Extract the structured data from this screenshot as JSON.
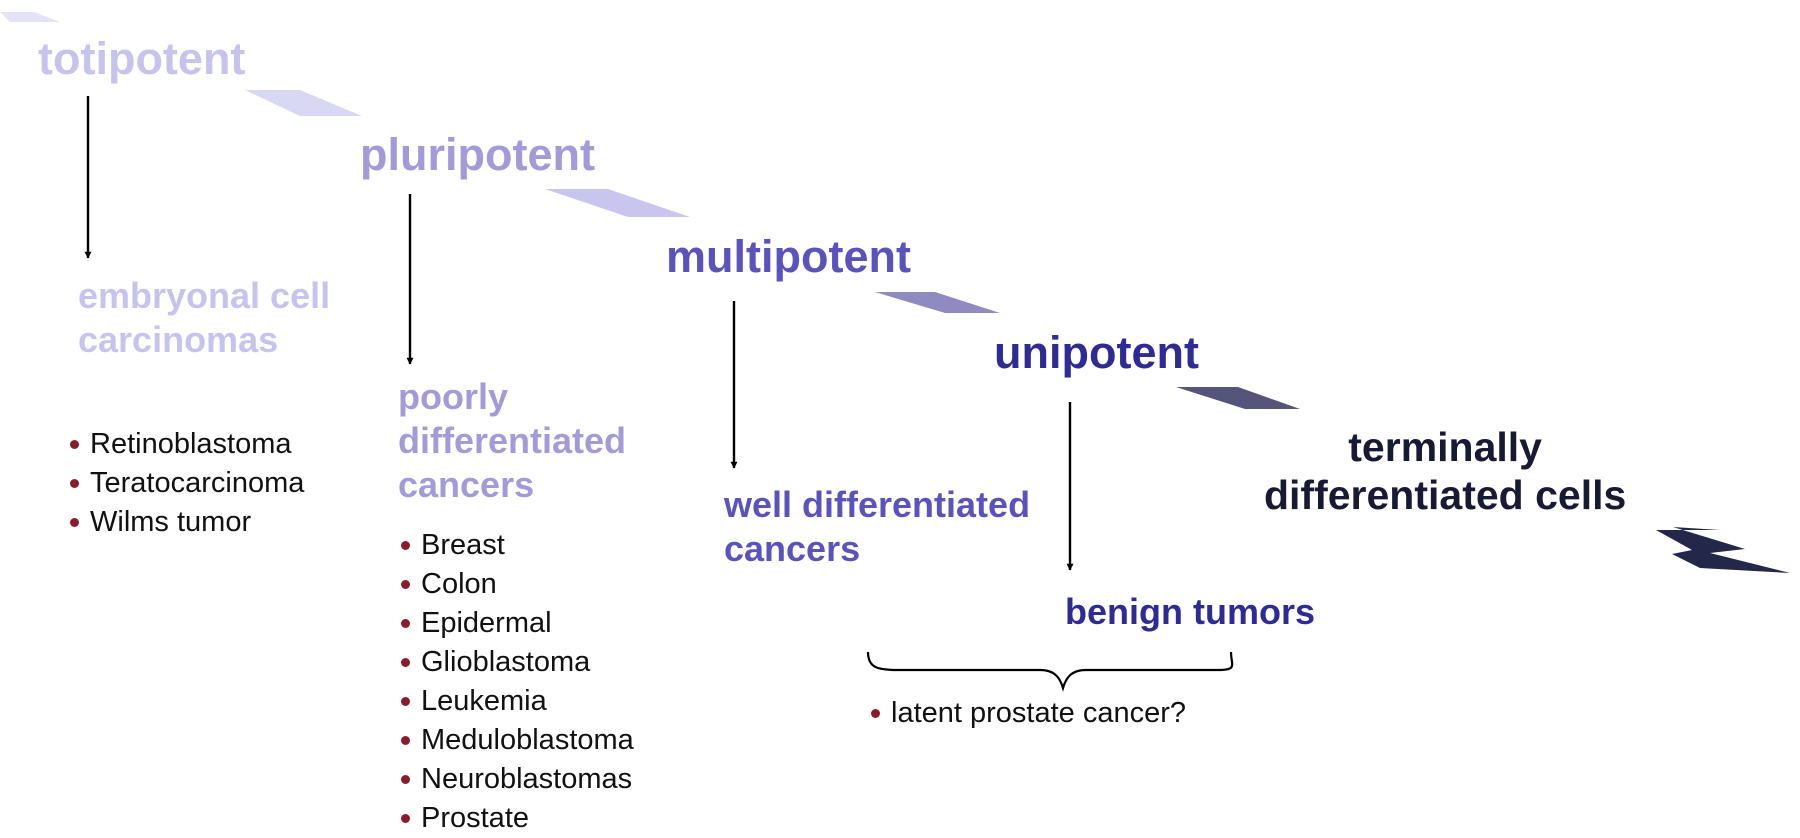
{
  "colors": {
    "totipotent": "#c6c4ee",
    "pluripotent": "#a29ad9",
    "multipotent": "#5a52bd",
    "unipotent": "#2e2b97",
    "terminal": "#161a33",
    "bullet": "#8b1b2a",
    "arrow": "#000000"
  },
  "levels": {
    "totipotent": "totipotent",
    "pluripotent": "pluripotent",
    "multipotent": "multipotent",
    "unipotent": "unipotent",
    "terminal": [
      "terminally",
      "differentiated cells"
    ]
  },
  "categories": {
    "embryonal": [
      "embryonal cell",
      "carcinomas"
    ],
    "poorly": [
      "poorly",
      "differentiated",
      "cancers"
    ],
    "well": [
      "well differentiated",
      "cancers"
    ],
    "benign": "benign tumors"
  },
  "lists": {
    "embryonal": [
      "Retinoblastoma",
      "Teratocarcinoma",
      "Wilms tumor"
    ],
    "poorly": [
      "Breast",
      "Colon",
      "Epidermal",
      "Glioblastoma",
      "Leukemia",
      "Meduloblastoma",
      "Neuroblastomas",
      "Prostate"
    ],
    "benign": [
      "latent prostate cancer?"
    ]
  }
}
